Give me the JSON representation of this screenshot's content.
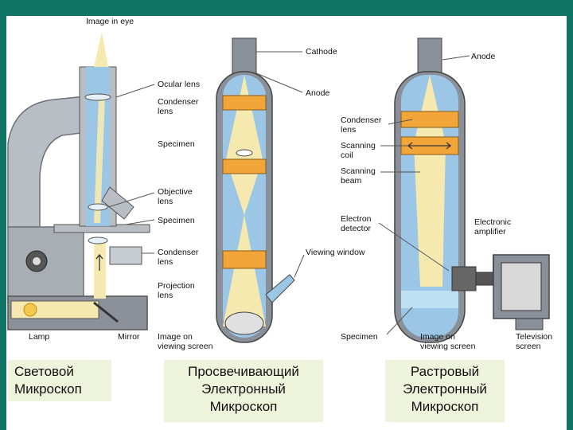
{
  "labels": {
    "image_in_eye": "Image in eye",
    "ocular_lens": "Ocular lens",
    "condenser_lens_1": [
      "Condenser",
      "lens"
    ],
    "specimen_1": "Specimen",
    "objective_lens": [
      "Objective",
      "lens"
    ],
    "specimen_2": "Specimen",
    "condenser_lens_2": [
      "Condenser",
      "lens"
    ],
    "projection_lens": [
      "Projection",
      "lens"
    ],
    "lamp": "Lamp",
    "mirror": "Mirror",
    "image_on_screen_1": [
      "Image on",
      "viewing screen"
    ],
    "cathode": "Cathode",
    "anode_1": "Anode",
    "viewing_window": "Viewing window",
    "anode_2": "Anode",
    "condenser_lens_3": [
      "Condenser",
      "lens"
    ],
    "scanning_coil": [
      "Scanning",
      "coil"
    ],
    "scanning_beam": [
      "Scanning",
      "beam"
    ],
    "electron_detector": [
      "Electron",
      "detector"
    ],
    "electronic_amplifier": [
      "Electronic",
      "amplifier"
    ],
    "specimen_3": "Specimen",
    "image_on_screen_2": [
      "Image on",
      "viewing screen"
    ],
    "television_screen": [
      "Television",
      "screen"
    ]
  },
  "captions": {
    "light": [
      "Световой",
      "Микроскоп"
    ],
    "tem": [
      "Просвечивающий",
      "Электронный",
      "Микроскоп"
    ],
    "sem": [
      "Растровый",
      "Электронный",
      "Микроскоп"
    ]
  },
  "colors": {
    "background": "#0f7366",
    "column_gray": "#8a9099",
    "beam_cream": "#f6e9b0",
    "lens_orange": "#f2a63a",
    "tube_blue": "#9cc6e6",
    "caption_bg": "#eef3dc"
  }
}
